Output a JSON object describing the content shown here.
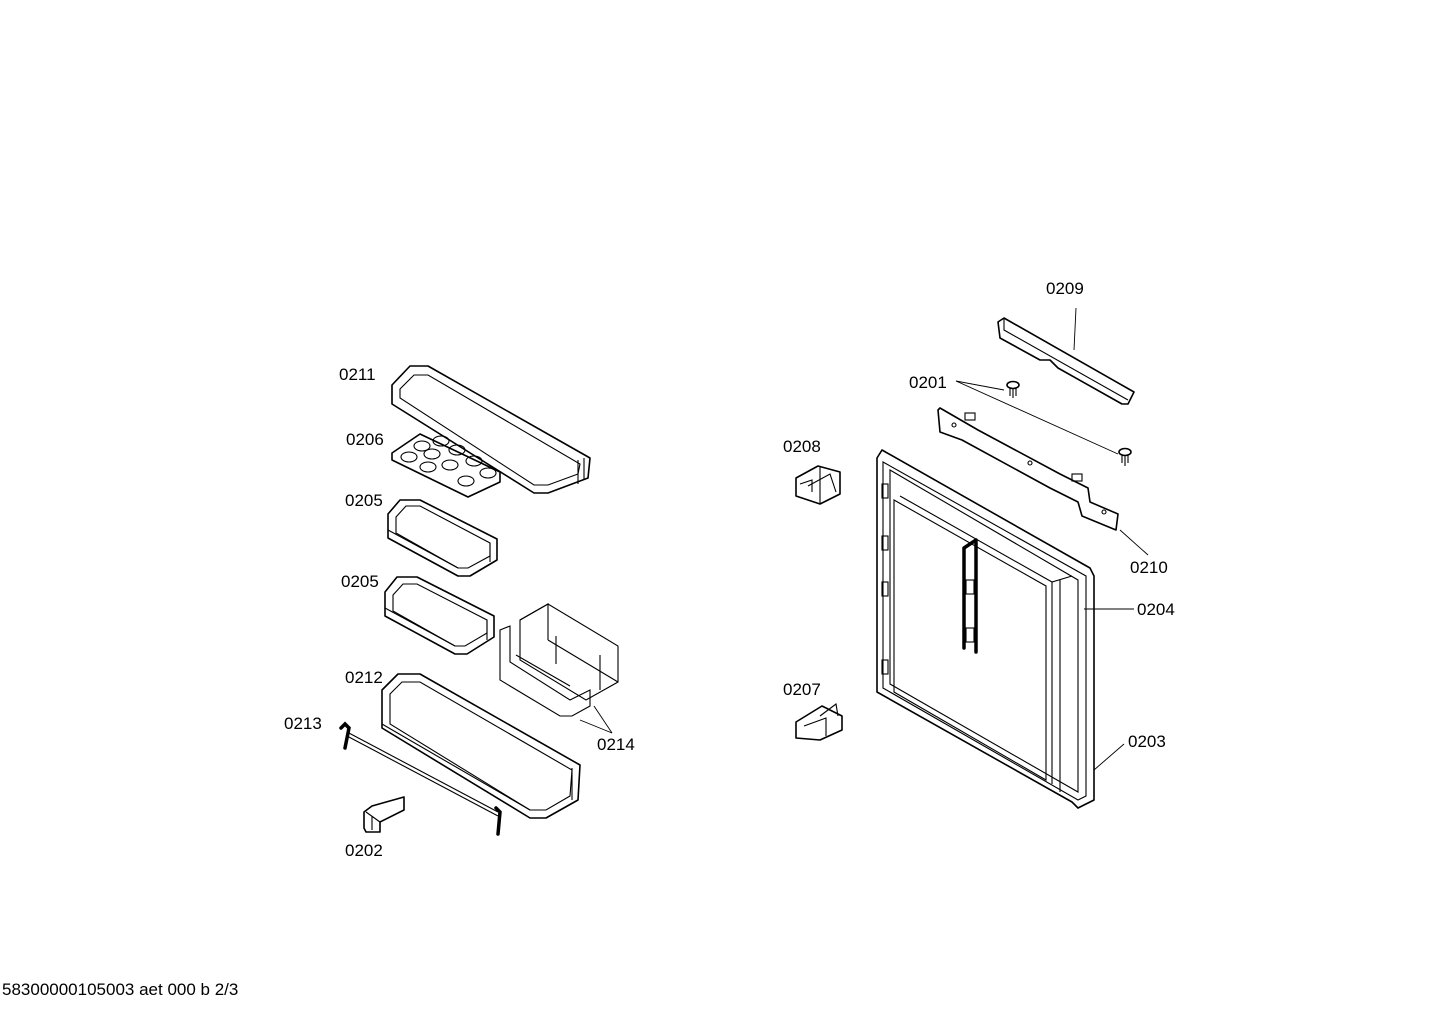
{
  "labels": {
    "p0201": "0201",
    "p0202": "0202",
    "p0203": "0203",
    "p0204": "0204",
    "p0205_upper": "0205",
    "p0205_lower": "0205",
    "p0206": "0206",
    "p0207": "0207",
    "p0208": "0208",
    "p0209": "0209",
    "p0210": "0210",
    "p0211": "0211",
    "p0212": "0212",
    "p0213": "0213",
    "p0214": "0214"
  },
  "footer": {
    "reference": "58300000105003 aet 000 b 2/3"
  }
}
